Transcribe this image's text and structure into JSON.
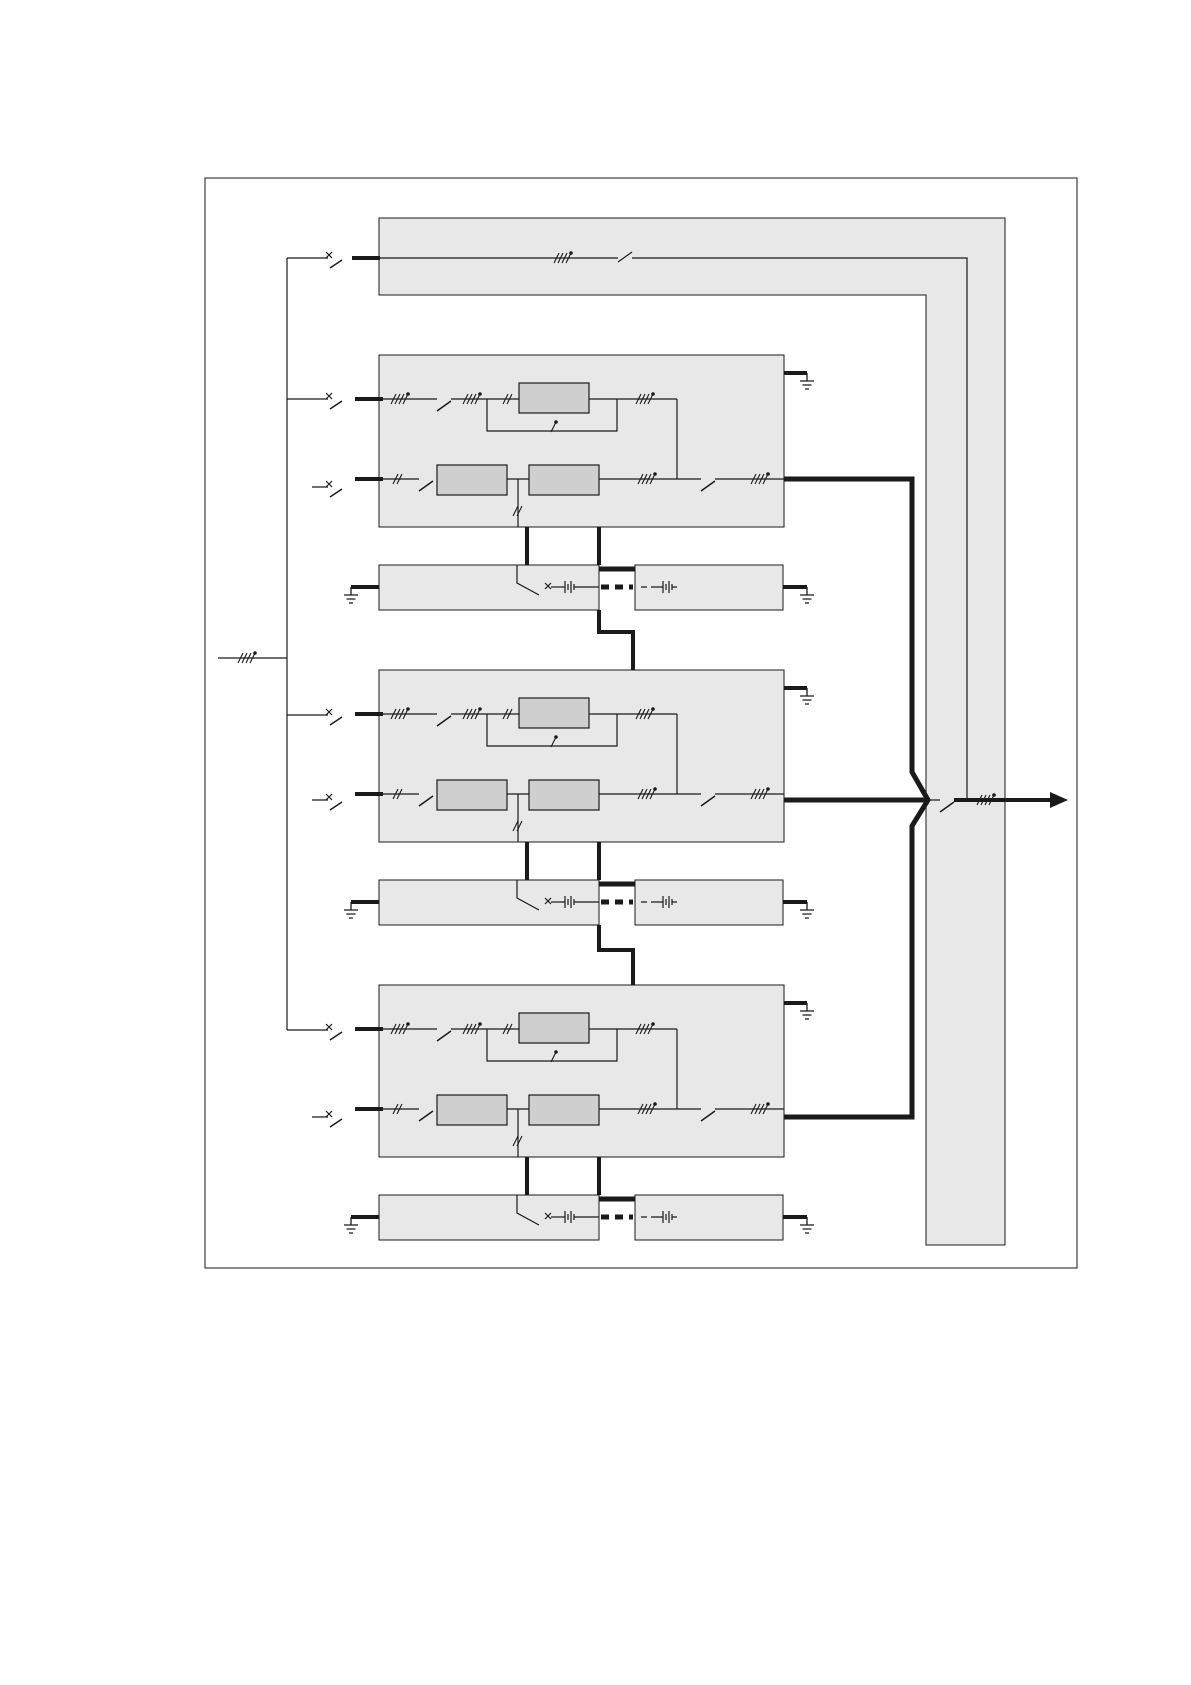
{
  "diagram": {
    "type": "single-line electrical schematic (parallel UPS system)",
    "colors": {
      "line": "#1a1a1a",
      "panel_fill": "#e8e8e8",
      "component_fill": "#cfcfcf",
      "background": "#ffffff"
    },
    "units": [
      {
        "id": "ups-1",
        "has_bypass_input": true,
        "has_battery_cabinet": true
      },
      {
        "id": "ups-2",
        "has_bypass_input": true,
        "has_battery_cabinet": true
      },
      {
        "id": "ups-3",
        "has_bypass_input": true,
        "has_battery_cabinet": true
      }
    ],
    "has_maintenance_bypass": true,
    "has_output_arrow": true
  }
}
